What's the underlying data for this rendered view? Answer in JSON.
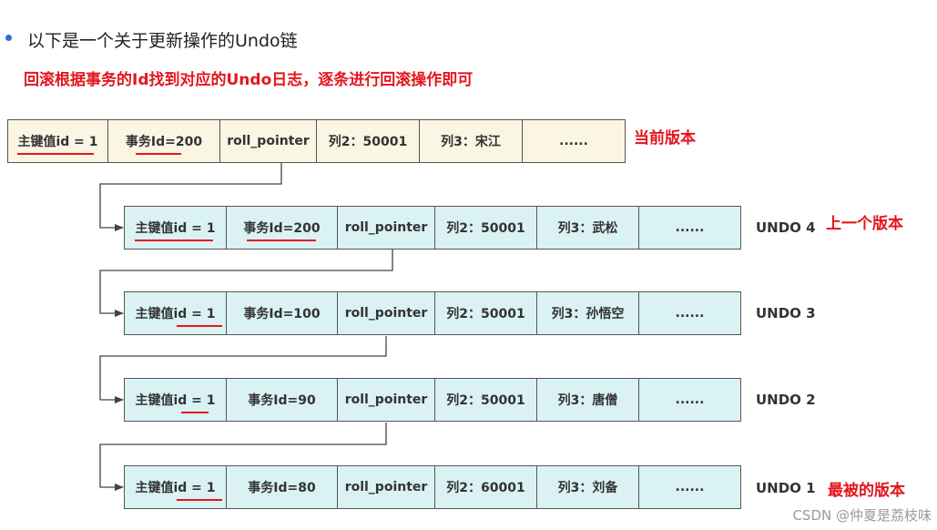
{
  "heading": "以下是一个关于更新操作的Undo链",
  "subheading": "回滚根据事务的Id找到对应的Undo日志，逐条进行回滚操作即可",
  "records": [
    {
      "cells": [
        "主键值id = 1",
        "事务Id=200",
        "roll_pointer",
        "列2：50001",
        "列3：宋江",
        "......"
      ],
      "version_label": "当前版本",
      "undo_label": ""
    },
    {
      "cells": [
        "主键值id = 1",
        "事务Id=200",
        "roll_pointer",
        "列2：50001",
        "列3：武松",
        "......"
      ],
      "version_label": "上一个版本",
      "undo_label": "UNDO 4"
    },
    {
      "cells": [
        "主键值id = 1",
        "事务Id=100",
        "roll_pointer",
        "列2：50001",
        "列3：孙悟空",
        "......"
      ],
      "version_label": "",
      "undo_label": "UNDO 3"
    },
    {
      "cells": [
        "主键值id = 1",
        "事务Id=90",
        "roll_pointer",
        "列2：50001",
        "列3：唐僧",
        "......"
      ],
      "version_label": "",
      "undo_label": "UNDO 2"
    },
    {
      "cells": [
        "主键值id = 1",
        "事务Id=80",
        "roll_pointer",
        "列2：60001",
        "列3：刘备",
        "......"
      ],
      "version_label": "最被的版本",
      "undo_label": "UNDO 1"
    }
  ],
  "watermark": "CSDN @仲夏是荔枝味",
  "colors": {
    "accent_red": "#e3161d",
    "current_row_bg": "#fbf5e3",
    "undo_row_bg": "#daf2f3",
    "bullet": "#2f6fd6",
    "line": "#444444"
  }
}
